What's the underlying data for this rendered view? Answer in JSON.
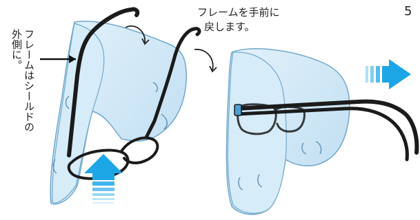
{
  "diagram": {
    "step_number": "5",
    "instruction_top": {
      "line1": "フレームを手前に",
      "line2": "戻します。"
    },
    "instruction_side": {
      "column1": "フレームはシールドの",
      "column2": "外側に。"
    },
    "colors": {
      "shield_fill": "#cfe8f7",
      "shield_stroke": "#6fa7cc",
      "frame": "#1b1b1b",
      "motion_arrow": "#1da6e6",
      "progress_arrow": "#1da6e6"
    },
    "icons": [
      "pointer-arrow-icon",
      "curved-arrow-icon",
      "upward-motion-arrow-icon",
      "next-step-arrow-icon"
    ]
  }
}
